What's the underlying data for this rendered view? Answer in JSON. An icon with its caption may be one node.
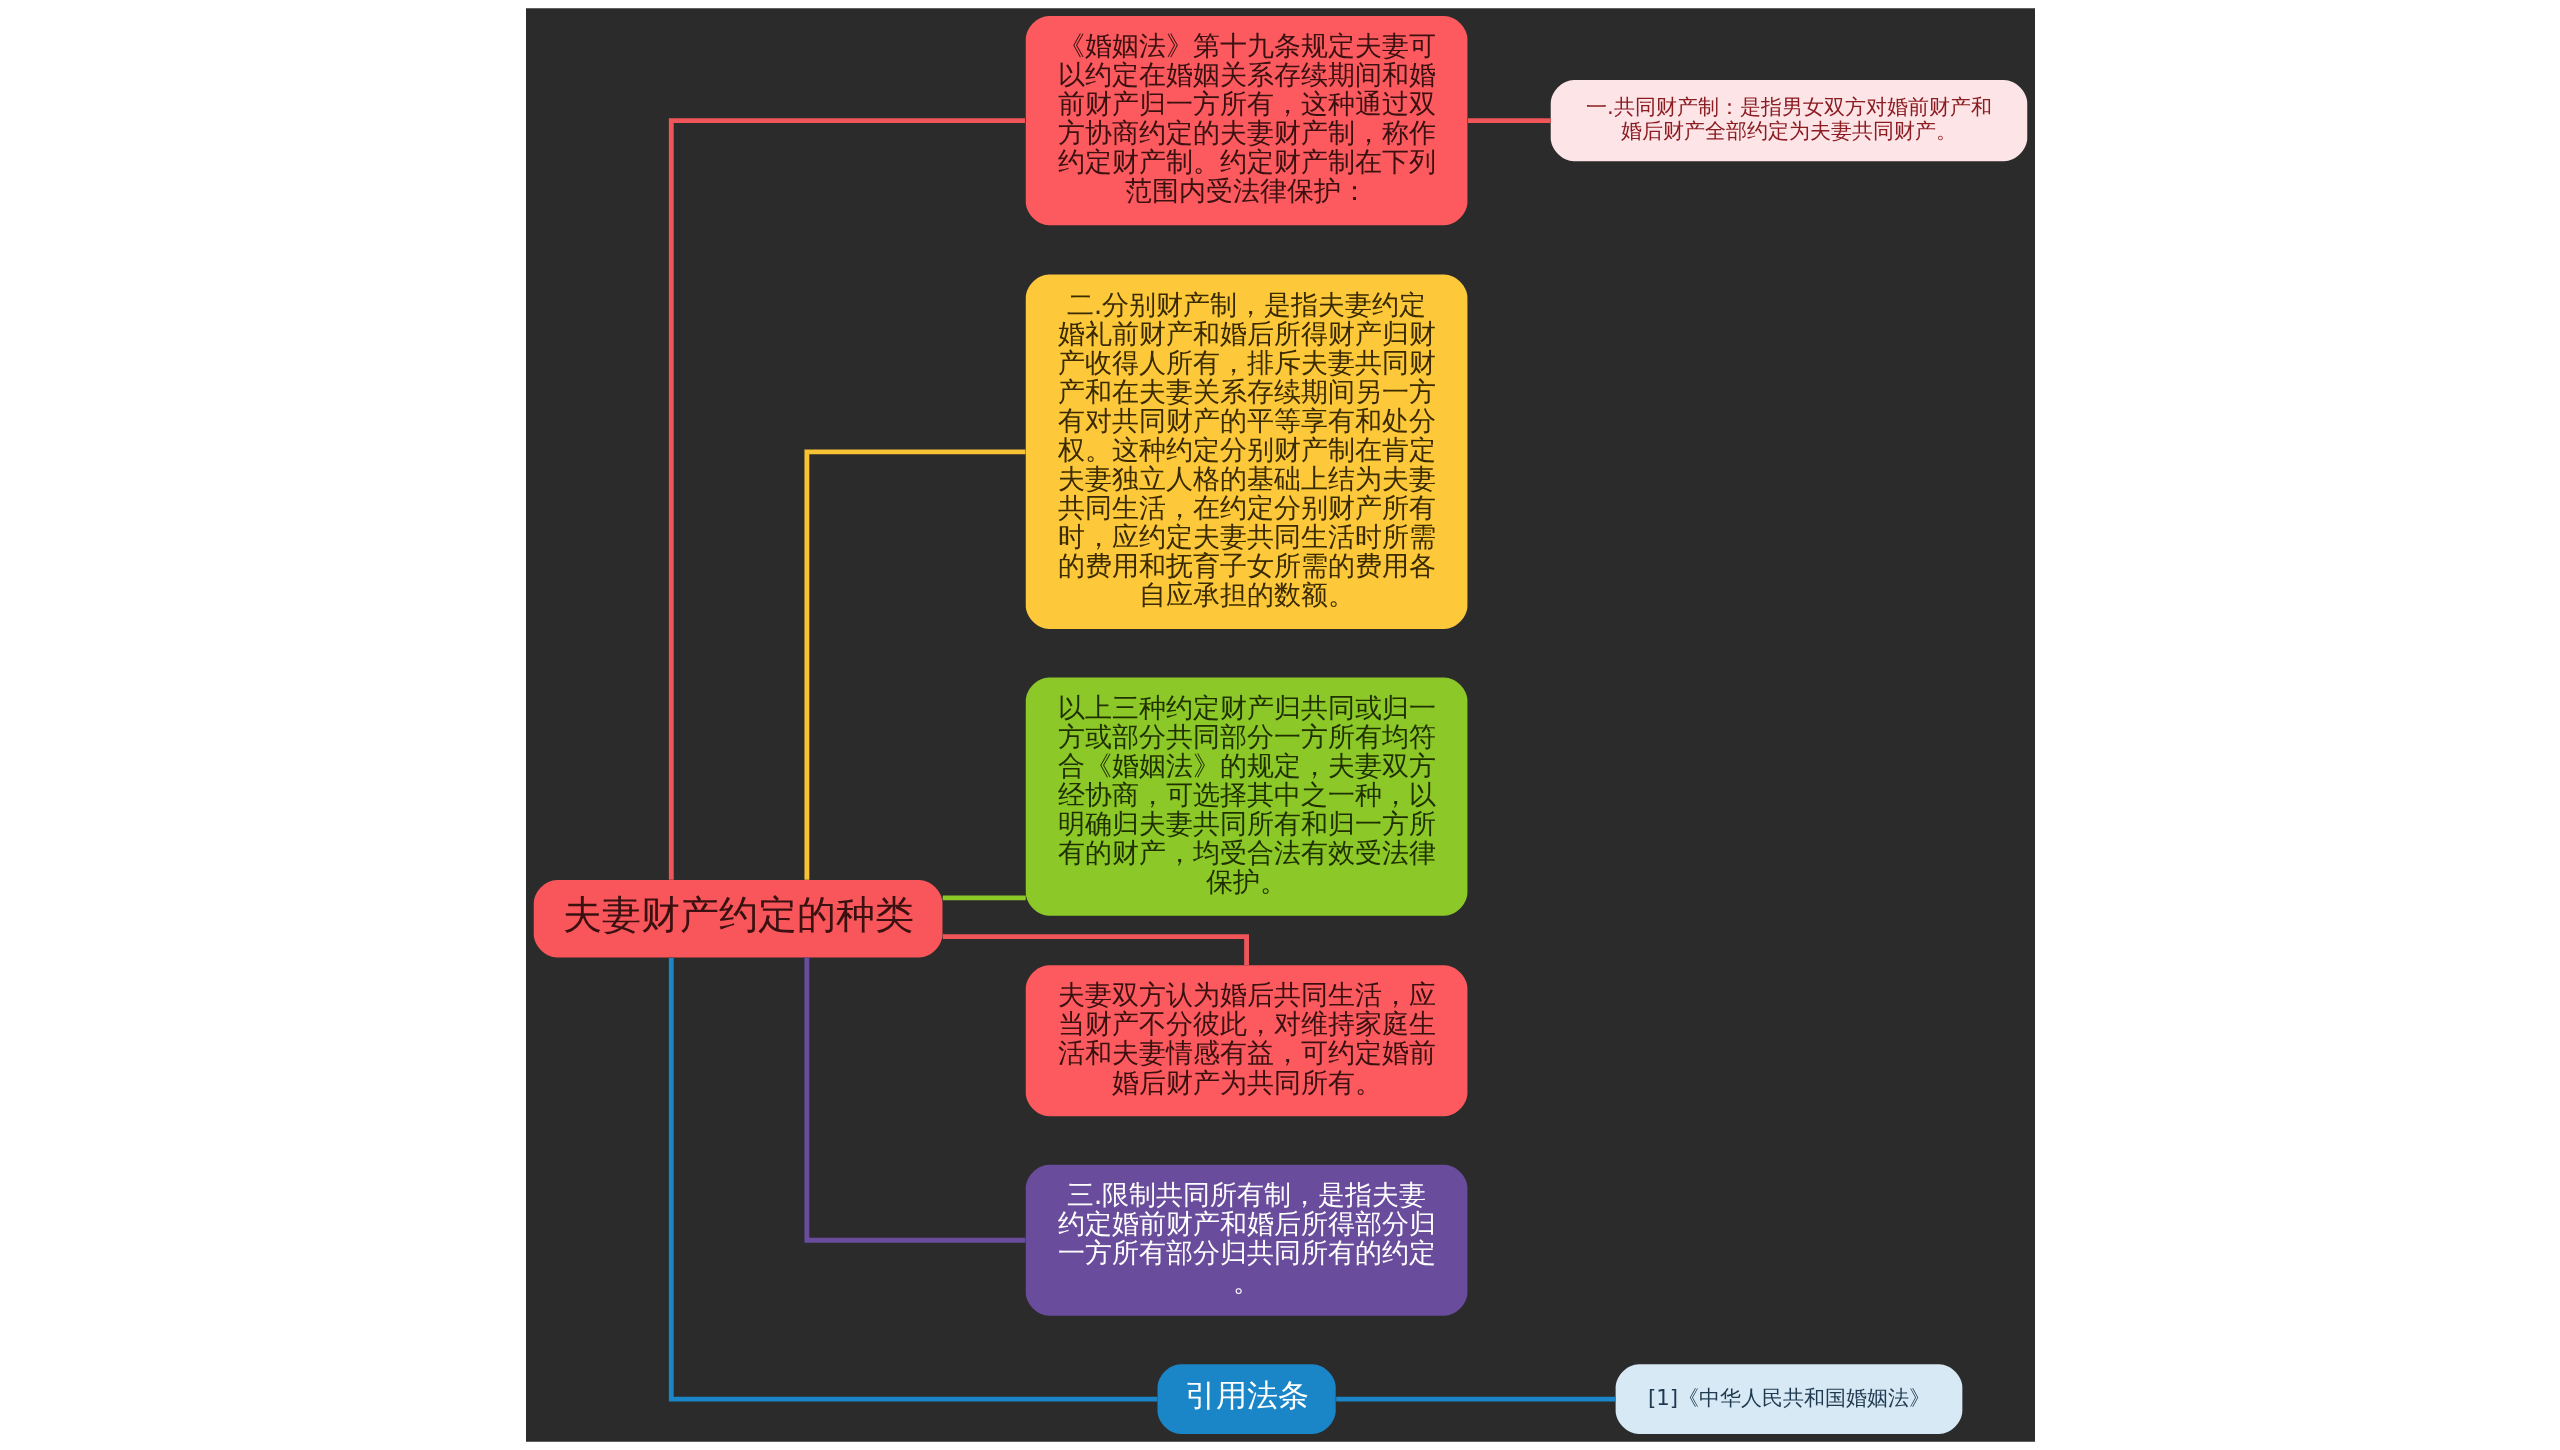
{
  "diagram": {
    "nodes": [
      {
        "text": [
          "夫妻财产约定的种类"
        ]
      },
      {
        "text": [
          "《婚姻法》第十九条规定夫妻可以约定在婚姻关系存续期间和婚前财产归一方所有，这种通过双方协商约定的夫妻财产制，称作约定财产制。约定财产制在下列范围内受法律保护："
        ]
      },
      {
        "text": [
          "一.共同财产制：是指男女双方对婚前财产和婚后财产全部约定为夫妻共同财产。"
        ]
      },
      {
        "text": [
          "二.分别财产制，是指夫妻约定婚礼前财产和婚后所得财产归财产收得人所有，排斥夫妻共同财产和在夫妻关系存续期间另一方有对共同财产的平等享有和处分权。这种约定分别财产制在肯定夫妻独立人格的基础上结为夫妻共同生活，在约定分别财产所有时，应约定夫妻共同生活时所需的费用和抚育子女所需的费用各自应承担的数额。"
        ]
      },
      {
        "text": [
          "以上三种约定财产归共同或归一方或部分共同部分一方所有均符合《婚姻法》的规定，夫妻双方经协商，可选择其中之一种，以明确归夫妻共同所有和归一方所有的财产，均受合法有效受法律保护。"
        ]
      },
      {
        "text": [
          "夫妻双方认为婚后共同生活，应当财产不分彼此，对维持家庭生活和夫妻情感有益，可约定婚前婚后财产为共同所有。"
        ]
      },
      {
        "text": [
          "三.限制共同所有制，是指夫妻约定婚前财产和婚后所得部分归一方所有部分归共同所有的约定。"
        ]
      },
      {
        "text": [
          "引用法条"
        ]
      },
      {
        "text": [
          "[1]《中华人民共和国婚姻法》"
        ]
      }
    ],
    "edges": [
      {
        "from": 0,
        "to": 1,
        "arrow": "none",
        "color": "#f0555a"
      },
      {
        "from": 1,
        "to": 2,
        "arrow": "none",
        "color": "#f0555a"
      },
      {
        "from": 0,
        "to": 3,
        "arrow": "none",
        "color": "#f7c234"
      },
      {
        "from": 0,
        "to": 4,
        "arrow": "none",
        "color": "#8cc827"
      },
      {
        "from": 0,
        "to": 5,
        "arrow": "none",
        "color": "#f0555a"
      },
      {
        "from": 0,
        "to": 6,
        "arrow": "none",
        "color": "#6a4c9c"
      },
      {
        "from": 0,
        "to": 7,
        "arrow": "none",
        "color": "#1a86c8"
      },
      {
        "from": 7,
        "to": 8,
        "arrow": "none",
        "color": "#1a86c8"
      }
    ]
  }
}
